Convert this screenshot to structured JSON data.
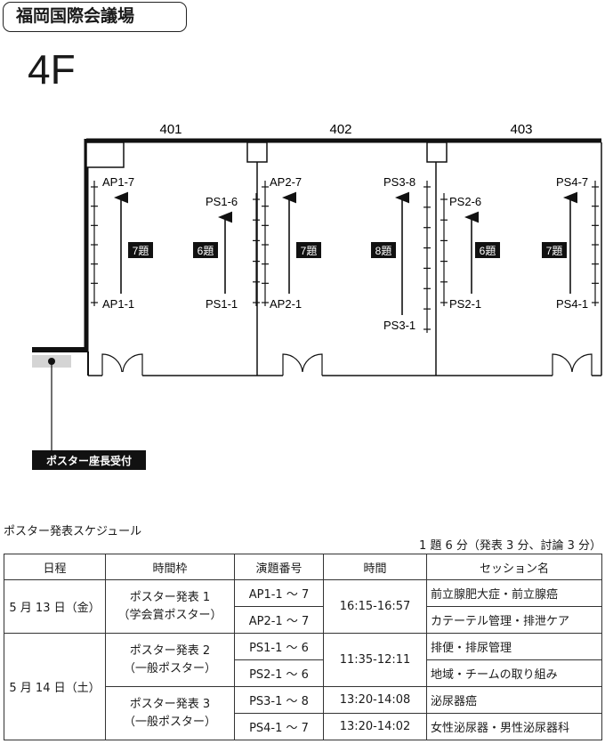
{
  "venue": "福岡国際会議場",
  "floor": "4F",
  "rooms": [
    "401",
    "402",
    "403"
  ],
  "boards": [
    {
      "top": "AP1-7",
      "bottom": "AP1-1",
      "count": "7題"
    },
    {
      "top": "PS1-6",
      "bottom": "PS1-1",
      "count": "6題"
    },
    {
      "top": "AP2-7",
      "bottom": "AP2-1",
      "count": "7題"
    },
    {
      "top": "PS3-8",
      "bottom": "PS3-1",
      "count": "8題"
    },
    {
      "top": "PS2-6",
      "bottom": "PS2-1",
      "count": "6題"
    },
    {
      "top": "PS4-7",
      "bottom": "PS4-1",
      "count": "7題"
    }
  ],
  "desk_label": "ポスター座長受付",
  "schedule": {
    "title": "ポスター発表スケジュール",
    "note": "1 題 6 分（発表 3 分、討論 3 分）",
    "headers": [
      "日程",
      "時間枠",
      "演題番号",
      "時間",
      "セッション名"
    ],
    "day1": "5 月 13 日（金）",
    "day2": "5 月 14 日（土）",
    "slot1": [
      "ポスター発表 1",
      "（学会賞ポスター）"
    ],
    "slot2": [
      "ポスター発表 2",
      "（一般ポスター）"
    ],
    "slot3": [
      "ポスター発表 3",
      "（一般ポスター）"
    ],
    "rows": [
      {
        "num": "AP1-1 ～ 7",
        "time": "16:15-16:57",
        "session": "前立腺肥大症・前立腺癌"
      },
      {
        "num": "AP2-1 ～ 7",
        "time": "",
        "session": "カテーテル管理・排泄ケア"
      },
      {
        "num": "PS1-1 ～ 6",
        "time": "11:35-12:11",
        "session": "排便・排尿管理"
      },
      {
        "num": "PS2-1 ～ 6",
        "time": "",
        "session": "地域・チームの取り組み"
      },
      {
        "num": "PS3-1 ～ 8",
        "time": "13:20-14:08",
        "session": "泌尿器癌"
      },
      {
        "num": "PS4-1 ～ 7",
        "time": "13:20-14:02",
        "session": "女性泌尿器・男性泌尿器科"
      }
    ]
  }
}
